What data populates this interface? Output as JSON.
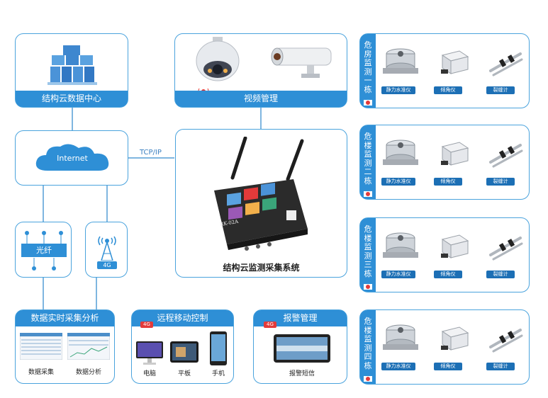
{
  "data_center": {
    "title": "结构云数据中心"
  },
  "video": {
    "title": "视频管理",
    "badge": "4G"
  },
  "internet": {
    "label": "Internet",
    "protocol": "TCP/IP"
  },
  "fiber": {
    "label": "光纤"
  },
  "cell": {
    "badge": "4G"
  },
  "gateway": {
    "title": "结构云监测采集系统",
    "device_label": "RK-02A"
  },
  "analysis": {
    "title": "数据实时采集分析",
    "items": [
      "数据采集",
      "数据分析"
    ]
  },
  "remote": {
    "title": "远程移动控制",
    "badge": "4G",
    "items": [
      "电脑",
      "平板",
      "手机"
    ]
  },
  "alarm": {
    "title": "报警管理",
    "badge": "4G",
    "item": "报警短信"
  },
  "buildings": [
    {
      "label": "危房监测一栋",
      "sensors": [
        "静力水准仪",
        "倾角仪",
        "裂缝计"
      ]
    },
    {
      "label": "危楼监测二栋",
      "sensors": [
        "静力水准仪",
        "倾角仪",
        "裂缝计"
      ]
    },
    {
      "label": "危楼监测三栋",
      "sensors": [
        "静力水准仪",
        "倾角仪",
        "裂缝计"
      ]
    },
    {
      "label": "危楼监测四栋",
      "sensors": [
        "静力水准仪",
        "倾角仪",
        "裂缝计"
      ]
    }
  ],
  "colors": {
    "primary": "#2e8fd6",
    "border": "#4aa3dd",
    "badge": "#e33a3a",
    "label_bg": "#1c6fb5"
  }
}
